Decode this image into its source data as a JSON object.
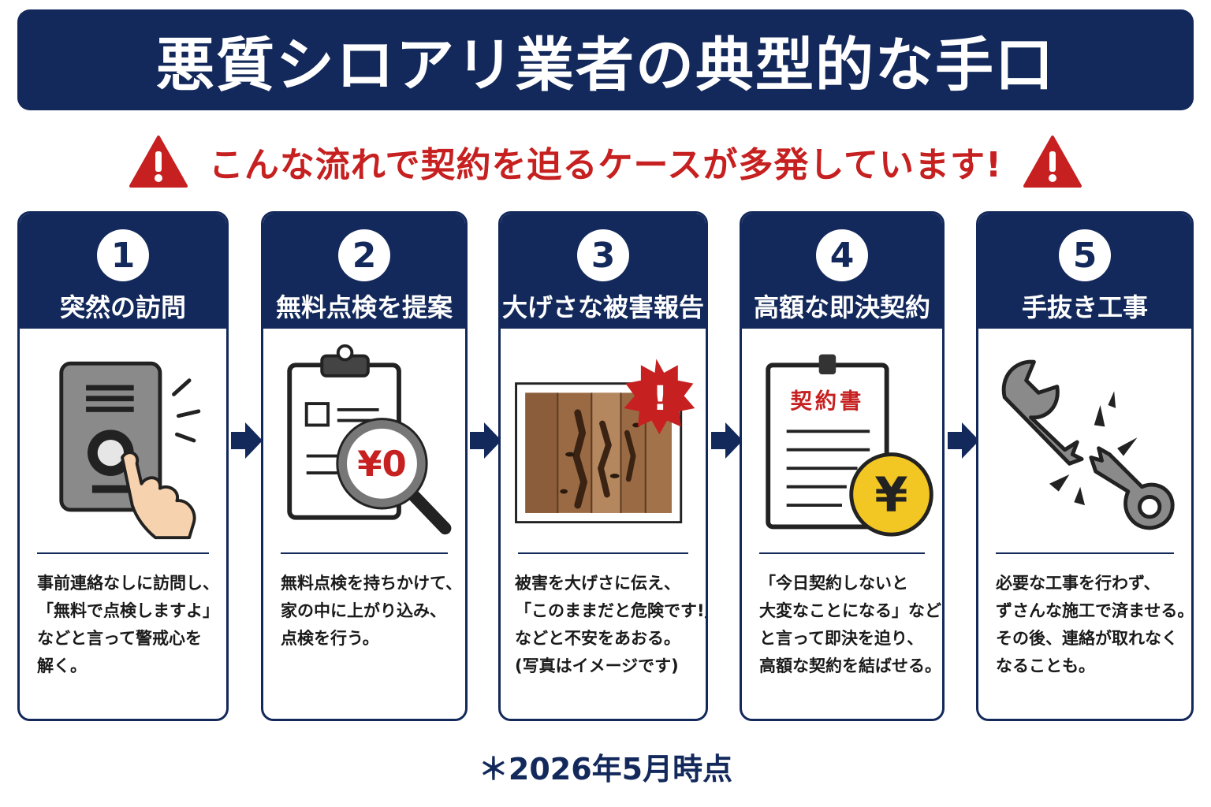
{
  "title": "悪質シロアリ業者の典型的な手口",
  "warning": "こんな流れで契約を迫るケースが多発しています!",
  "steps": [
    {
      "number": "1",
      "title": "突然の訪問",
      "lines": [
        "事前連絡なしに訪問し、",
        "「無料で点検しますよ」",
        "などと言って警戒心を",
        "解く。"
      ]
    },
    {
      "number": "2",
      "title": "無料点検を提案",
      "price": "¥0",
      "lines": [
        "無料点検を持ちかけて、",
        "家の中に上がり込み、",
        "点検を行う。"
      ]
    },
    {
      "number": "3",
      "title": "大げさな被害報告",
      "burst": "!",
      "lines": [
        "被害を大げさに伝え、",
        "「このままだと危険です!」",
        "などと不安をあおる。",
        "(写真はイメージです)"
      ]
    },
    {
      "number": "4",
      "title": "高額な即決契約",
      "doc_title": "契約書",
      "coin": "¥",
      "lines": [
        "「今日契約しないと",
        "大変なことになる」など",
        "と言って即決を迫り、",
        "高額な契約を結ばせる。"
      ]
    },
    {
      "number": "5",
      "title": "手抜き工事",
      "lines": [
        "必要な工事を行わず、",
        "ずさんな施工で済ませる。",
        "その後、連絡が取れなく",
        "なることも。"
      ]
    }
  ],
  "footnote": "＊2026年5月時点",
  "colors": {
    "navy": "#13295b",
    "warning_red": "#c62020",
    "coin_yellow": "#f2c623"
  }
}
